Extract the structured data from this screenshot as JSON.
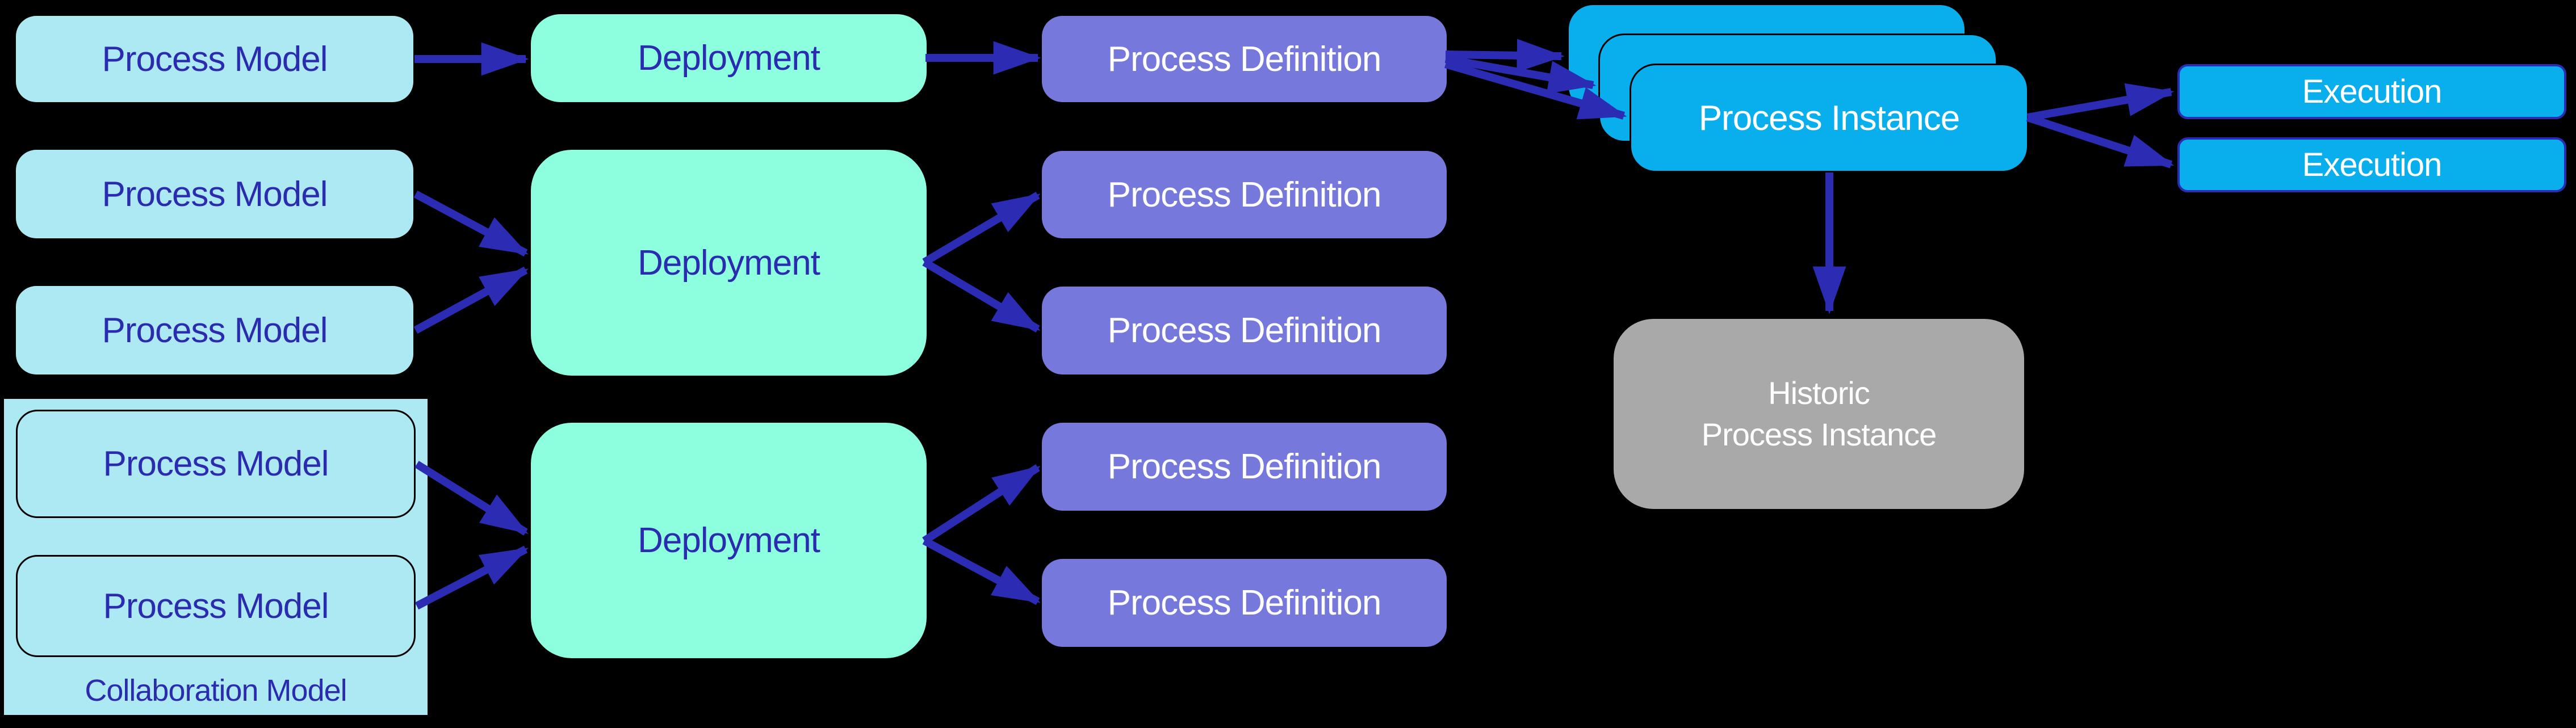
{
  "labels": {
    "process_model": "Process Model",
    "deployment": "Deployment",
    "process_definition": "Process Definition",
    "process_instance": "Process Instance",
    "execution": "Execution",
    "historic_process_instance": "Historic\nProcess Instance",
    "collaboration_model": "Collaboration Model"
  },
  "colors": {
    "background": "#000000",
    "process_model_fill": "#ADE9F3",
    "deployment_fill": "#8DFFDF",
    "process_definition_fill": "#7678DC",
    "process_instance_fill": "#09AEEC",
    "execution_fill": "#09AEEC",
    "execution_border": "#2B2BB4",
    "historic_fill": "#A9A9A9",
    "stack_border": "#000000",
    "collaboration_border": "#000000",
    "arrow": "#2B2BB4",
    "dark_text": "#2B2BB0",
    "light_text": "#FFFFFF"
  }
}
